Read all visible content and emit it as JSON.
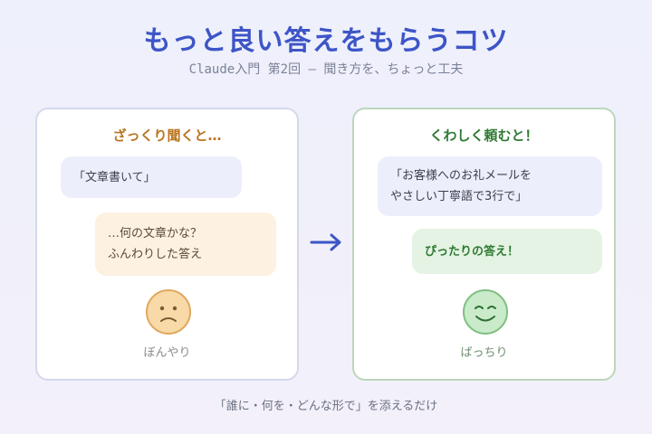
{
  "header": {
    "title": "もっと良い答えをもらうコツ",
    "subtitle": "Claude入門 第2回 — 聞き方を、ちょっと工夫"
  },
  "left_panel": {
    "title": "ざっくり聞くと…",
    "user_prompt": "「文章書いて」",
    "reply_line1": "…何の文章かな？",
    "reply_line2": "ふんわりした答え",
    "face_label": "ぼんやり",
    "face_icon": "confused-face-icon",
    "face_color": "#f8d9a8"
  },
  "right_panel": {
    "title": "くわしく頼むと！",
    "user_prompt_line1": "「お客様へのお礼メールを",
    "user_prompt_line2": "やさしい丁寧語で3行で」",
    "reply": "ぴったりの答え！",
    "face_label": "ばっちり",
    "face_icon": "happy-face-icon",
    "face_color": "#c9ebc9"
  },
  "arrow_icon": "right-arrow-icon",
  "footer": {
    "text": "「誰に・何を・どんな形で」を添えるだけ"
  },
  "colors": {
    "title": "#3d55c7",
    "left_accent": "#b9741f",
    "right_accent": "#2f7a33",
    "arrow": "#3d55c7"
  }
}
